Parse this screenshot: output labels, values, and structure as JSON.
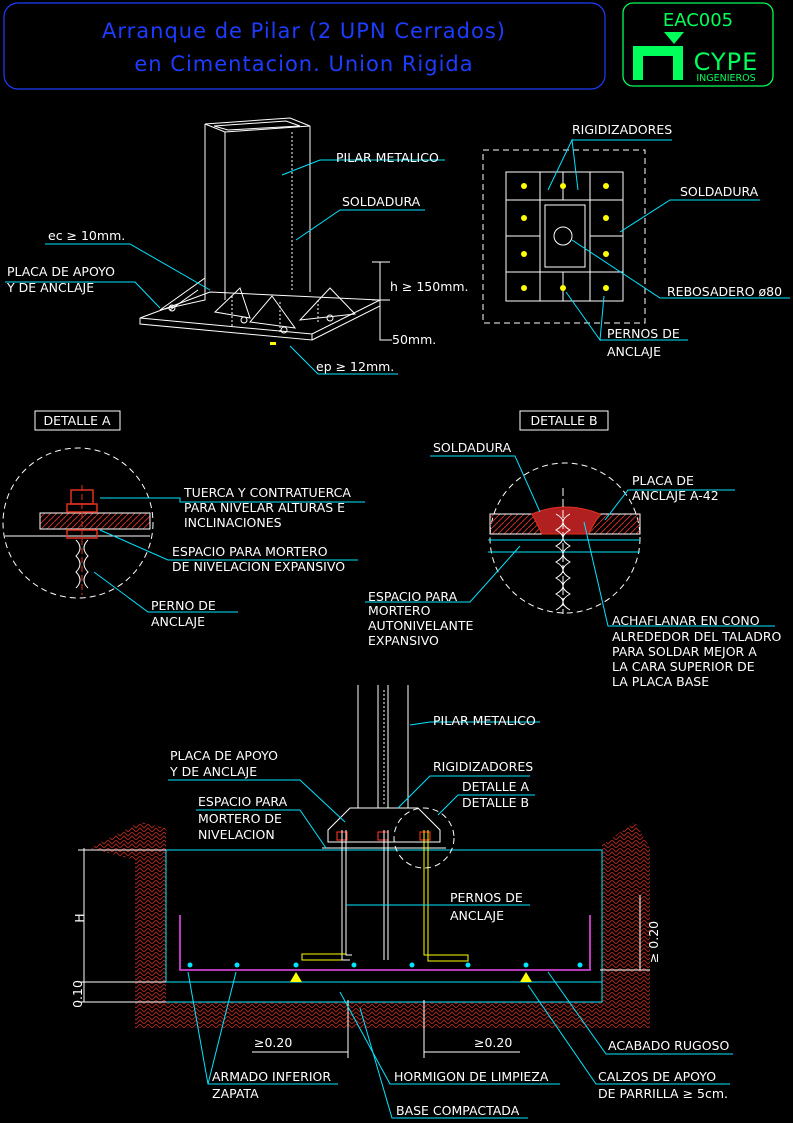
{
  "title": {
    "line1": "Arranque de Pilar (2 UPN Cerrados)",
    "line2": "en Cimentacion. Union Rigida"
  },
  "logo": {
    "code": "EAC005",
    "brand": "CYPE",
    "sub": "INGENIEROS"
  },
  "iso_view": {
    "pilar": "PILAR METALICO",
    "soldadura": "SOLDADURA",
    "ec": "ec ≥ 10mm.",
    "placa1": "PLACA DE APOYO",
    "placa2": "Y DE ANCLAJE",
    "h": "h ≥ 150mm.",
    "mm50": "50mm.",
    "ep": "ep ≥ 12mm."
  },
  "plan_view": {
    "rigid": "RIGIDIZADORES",
    "soldadura": "SOLDADURA",
    "rebosadero": "REBOSADERO ø80",
    "pernos1": "PERNOS DE",
    "pernos2": "ANCLAJE"
  },
  "detail_a": {
    "title": "DETALLE A",
    "t1": "TUERCA Y CONTRATUERCA",
    "t2": "PARA NIVELAR ALTURAS E",
    "t3": "INCLINACIONES",
    "e1": "ESPACIO PARA MORTERO",
    "e2": "DE NIVELACION EXPANSIVO",
    "p1": "PERNO DE",
    "p2": "ANCLAJE"
  },
  "detail_b": {
    "title": "DETALLE B",
    "soldadura": "SOLDADURA",
    "pl1": "PLACA DE",
    "pl2": "ANCLAJE A-42",
    "e1": "ESPACIO PARA",
    "e2": "MORTERO",
    "e3": "AUTONIVELANTE",
    "e4": "EXPANSIVO",
    "a1": "ACHAFLANAR EN CONO",
    "a2": "ALREDEDOR DEL TALADRO",
    "a3": "PARA SOLDAR MEJOR A",
    "a4": "LA CARA SUPERIOR DE",
    "a5": "LA PLACA BASE"
  },
  "section": {
    "pilar": "PILAR METALICO",
    "placa1": "PLACA DE APOYO",
    "placa2": "Y DE ANCLAJE",
    "rigid": "RIGIDIZADORES",
    "esp1": "ESPACIO PARA",
    "esp2": "MORTERO DE",
    "esp3": "NIVELACION",
    "detA": "DETALLE A",
    "detB": "DETALLE B",
    "pernos1": "PERNOS DE",
    "pernos2": "ANCLAJE",
    "H": "H",
    "d010": "0.10",
    "d020v": "≥ 0.20",
    "d020a": "≥0.20",
    "d020b": "≥0.20",
    "acabado": "ACABADO RUGOSO",
    "armado1": "ARMADO INFERIOR",
    "armado2": "ZAPATA",
    "hormigon": "HORMIGON DE LIMPIEZA",
    "calzos1": "CALZOS DE APOYO",
    "calzos2": "DE PARRILLA ≥ 5cm.",
    "base": "BASE COMPACTADA"
  },
  "colors": {
    "title": "#1e3cff",
    "logo": "#00ff5a",
    "lines": "#ffffff",
    "concrete": "#00e5ff",
    "soil": "#c0302a",
    "rebar": "#d040d0",
    "weld": "#ffff00"
  }
}
